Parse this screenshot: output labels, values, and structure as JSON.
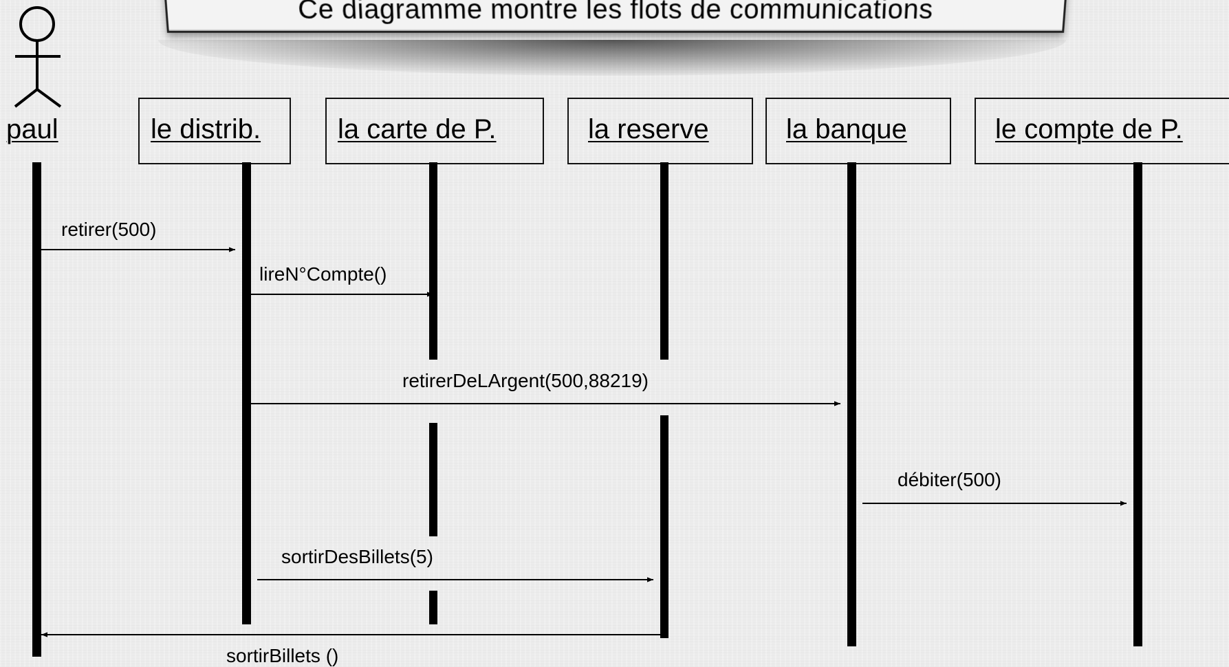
{
  "title": "Ce diagramme montre les flots de communications",
  "actor": {
    "label": "paul"
  },
  "objects": [
    {
      "key": "distrib",
      "label": "le distrib."
    },
    {
      "key": "carte",
      "label": "la carte de P."
    },
    {
      "key": "reserve",
      "label": "la reserve"
    },
    {
      "key": "banque",
      "label": "la banque"
    },
    {
      "key": "compte",
      "label": "le compte de P."
    }
  ],
  "messages": [
    {
      "from": "paul",
      "to": "distrib",
      "label": "retirer(500)"
    },
    {
      "from": "distrib",
      "to": "carte",
      "label": "lireN°Compte()"
    },
    {
      "from": "distrib",
      "to": "banque",
      "label": "retirerDeLArgent(500,88219)"
    },
    {
      "from": "banque",
      "to": "compte",
      "label": "débiter(500)"
    },
    {
      "from": "distrib",
      "to": "reserve",
      "label": "sortirDesBillets(5)"
    },
    {
      "from": "reserve",
      "to": "paul",
      "label": "sortirBillets ()"
    }
  ]
}
